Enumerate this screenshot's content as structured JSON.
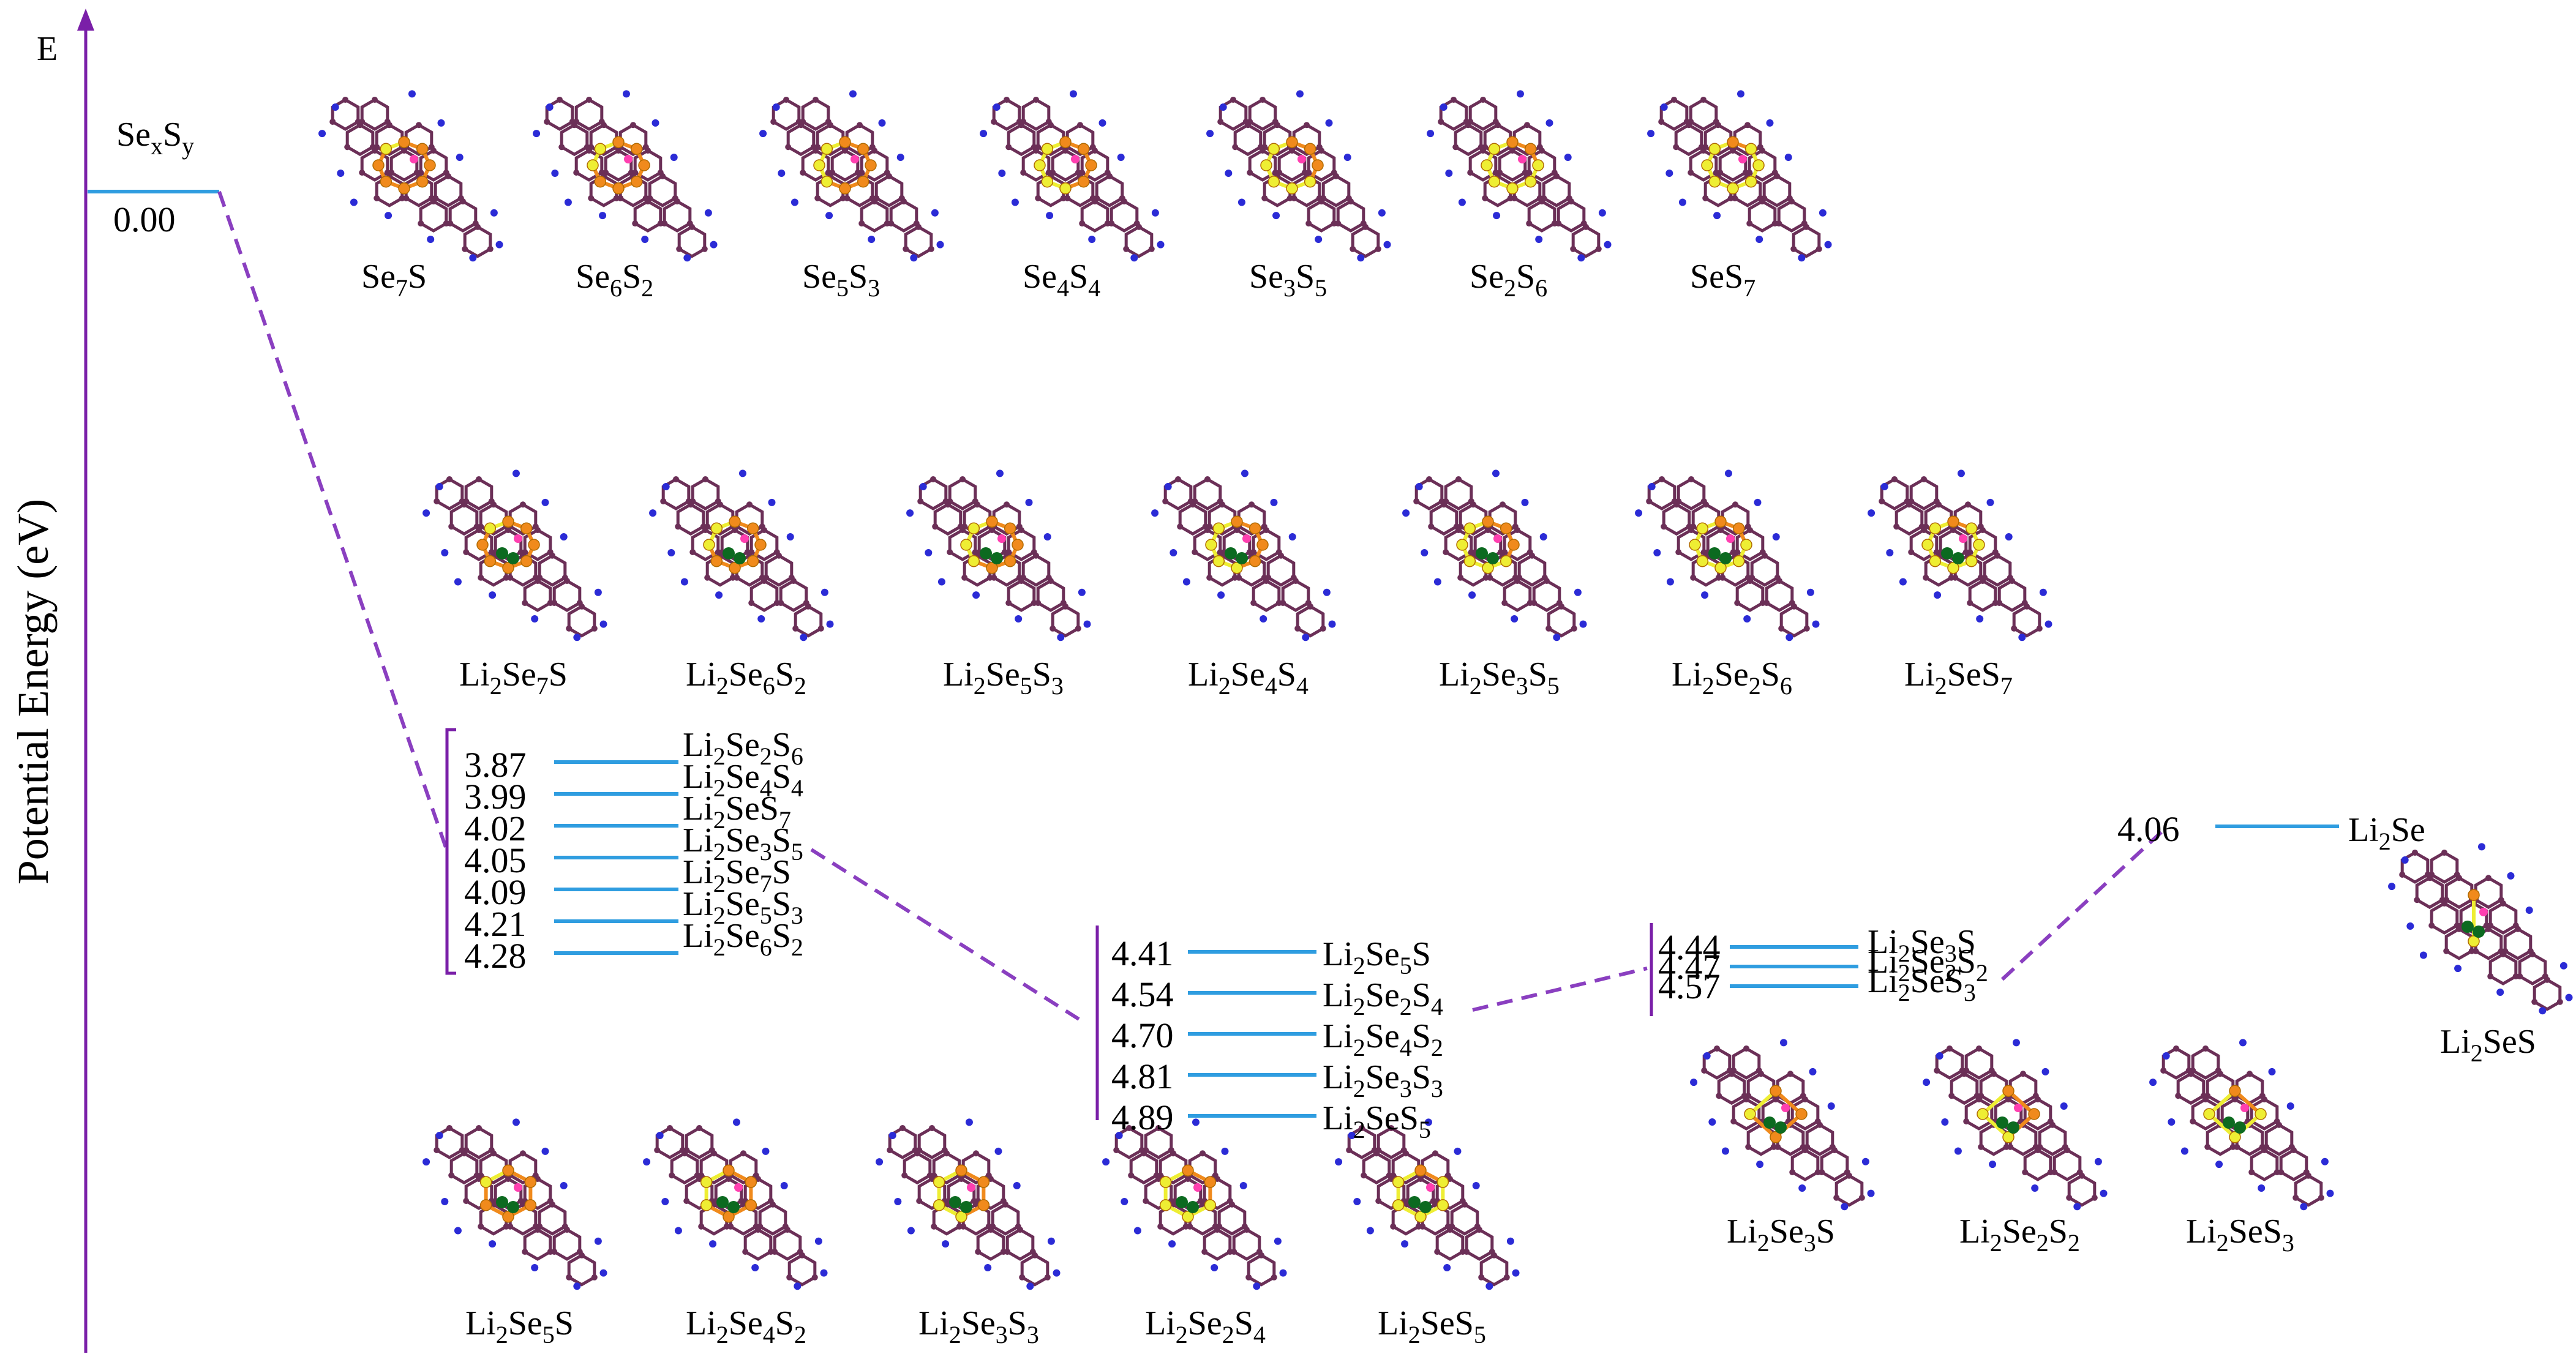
{
  "axis": {
    "y_label": "Potential Energy (eV)",
    "top_label": "E"
  },
  "start": {
    "label": [
      [
        "Se",
        "n"
      ],
      [
        "x",
        "sub"
      ],
      [
        "S",
        "n"
      ],
      [
        "y",
        "sub"
      ]
    ],
    "value": "0.00"
  },
  "group1": {
    "structures": [
      [
        [
          "Se",
          "n"
        ],
        [
          "7",
          "sub"
        ],
        [
          "S",
          "n"
        ]
      ],
      [
        [
          "Se",
          "n"
        ],
        [
          "6",
          "sub"
        ],
        [
          "S",
          "n"
        ],
        [
          "2",
          "sub"
        ]
      ],
      [
        [
          "Se",
          "n"
        ],
        [
          "5",
          "sub"
        ],
        [
          "S",
          "n"
        ],
        [
          "3",
          "sub"
        ]
      ],
      [
        [
          "Se",
          "n"
        ],
        [
          "4",
          "sub"
        ],
        [
          "S",
          "n"
        ],
        [
          "4",
          "sub"
        ]
      ],
      [
        [
          "Se",
          "n"
        ],
        [
          "3",
          "sub"
        ],
        [
          "S",
          "n"
        ],
        [
          "5",
          "sub"
        ]
      ],
      [
        [
          "Se",
          "n"
        ],
        [
          "2",
          "sub"
        ],
        [
          "S",
          "n"
        ],
        [
          "6",
          "sub"
        ]
      ],
      [
        [
          "SeS",
          "n"
        ],
        [
          "7",
          "sub"
        ]
      ]
    ]
  },
  "group2": {
    "structures": [
      [
        [
          "Li",
          "n"
        ],
        [
          "2",
          "sub"
        ],
        [
          "Se",
          "n"
        ],
        [
          "7",
          "sub"
        ],
        [
          "S",
          "n"
        ]
      ],
      [
        [
          "Li",
          "n"
        ],
        [
          "2",
          "sub"
        ],
        [
          "Se",
          "n"
        ],
        [
          "6",
          "sub"
        ],
        [
          "S",
          "n"
        ],
        [
          "2",
          "sub"
        ]
      ],
      [
        [
          "Li",
          "n"
        ],
        [
          "2",
          "sub"
        ],
        [
          "Se",
          "n"
        ],
        [
          "5",
          "sub"
        ],
        [
          "S",
          "n"
        ],
        [
          "3",
          "sub"
        ]
      ],
      [
        [
          "Li",
          "n"
        ],
        [
          "2",
          "sub"
        ],
        [
          "Se",
          "n"
        ],
        [
          "4",
          "sub"
        ],
        [
          "S",
          "n"
        ],
        [
          "4",
          "sub"
        ]
      ],
      [
        [
          "Li",
          "n"
        ],
        [
          "2",
          "sub"
        ],
        [
          "Se",
          "n"
        ],
        [
          "3",
          "sub"
        ],
        [
          "S",
          "n"
        ],
        [
          "5",
          "sub"
        ]
      ],
      [
        [
          "Li",
          "n"
        ],
        [
          "2",
          "sub"
        ],
        [
          "Se",
          "n"
        ],
        [
          "2",
          "sub"
        ],
        [
          "S",
          "n"
        ],
        [
          "6",
          "sub"
        ]
      ],
      [
        [
          "Li",
          "n"
        ],
        [
          "2",
          "sub"
        ],
        [
          "SeS",
          "n"
        ],
        [
          "7",
          "sub"
        ]
      ]
    ],
    "levels": [
      {
        "value": "3.87",
        "label": [
          [
            "Li",
            "n"
          ],
          [
            "2",
            "sub"
          ],
          [
            "Se",
            "n"
          ],
          [
            "2",
            "sub"
          ],
          [
            "S",
            "n"
          ],
          [
            "6",
            "sub"
          ]
        ]
      },
      {
        "value": "3.99",
        "label": [
          [
            "Li",
            "n"
          ],
          [
            "2",
            "sub"
          ],
          [
            "Se",
            "n"
          ],
          [
            "4",
            "sub"
          ],
          [
            "S",
            "n"
          ],
          [
            "4",
            "sub"
          ]
        ]
      },
      {
        "value": "4.02",
        "label": [
          [
            "Li",
            "n"
          ],
          [
            "2",
            "sub"
          ],
          [
            "SeS",
            "n"
          ],
          [
            "7",
            "sub"
          ]
        ]
      },
      {
        "value": "4.05",
        "label": [
          [
            "Li",
            "n"
          ],
          [
            "2",
            "sub"
          ],
          [
            "Se",
            "n"
          ],
          [
            "3",
            "sub"
          ],
          [
            "S",
            "n"
          ],
          [
            "5",
            "sub"
          ]
        ]
      },
      {
        "value": "4.09",
        "label": [
          [
            "Li",
            "n"
          ],
          [
            "2",
            "sub"
          ],
          [
            "Se",
            "n"
          ],
          [
            "7",
            "sub"
          ],
          [
            "S",
            "n"
          ]
        ]
      },
      {
        "value": "4.21",
        "label": [
          [
            "Li",
            "n"
          ],
          [
            "2",
            "sub"
          ],
          [
            "Se",
            "n"
          ],
          [
            "5",
            "sub"
          ],
          [
            "S",
            "n"
          ],
          [
            "3",
            "sub"
          ]
        ]
      },
      {
        "value": "4.28",
        "label": [
          [
            "Li",
            "n"
          ],
          [
            "2",
            "sub"
          ],
          [
            "Se",
            "n"
          ],
          [
            "6",
            "sub"
          ],
          [
            "S",
            "n"
          ],
          [
            "2",
            "sub"
          ]
        ]
      }
    ]
  },
  "group3": {
    "structures": [
      [
        [
          "Li",
          "n"
        ],
        [
          "2",
          "sub"
        ],
        [
          "Se",
          "n"
        ],
        [
          "5",
          "sub"
        ],
        [
          "S",
          "n"
        ]
      ],
      [
        [
          "Li",
          "n"
        ],
        [
          "2",
          "sub"
        ],
        [
          "Se",
          "n"
        ],
        [
          "4",
          "sub"
        ],
        [
          "S",
          "n"
        ],
        [
          "2",
          "sub"
        ]
      ],
      [
        [
          "Li",
          "n"
        ],
        [
          "2",
          "sub"
        ],
        [
          "Se",
          "n"
        ],
        [
          "3",
          "sub"
        ],
        [
          "S",
          "n"
        ],
        [
          "3",
          "sub"
        ]
      ],
      [
        [
          "Li",
          "n"
        ],
        [
          "2",
          "sub"
        ],
        [
          "Se",
          "n"
        ],
        [
          "2",
          "sub"
        ],
        [
          "S",
          "n"
        ],
        [
          "4",
          "sub"
        ]
      ],
      [
        [
          "Li",
          "n"
        ],
        [
          "2",
          "sub"
        ],
        [
          "SeS",
          "n"
        ],
        [
          "5",
          "sub"
        ]
      ]
    ],
    "levels": [
      {
        "value": "4.41",
        "label": [
          [
            "Li",
            "n"
          ],
          [
            "2",
            "sub"
          ],
          [
            "Se",
            "n"
          ],
          [
            "5",
            "sub"
          ],
          [
            "S",
            "n"
          ]
        ]
      },
      {
        "value": "4.54",
        "label": [
          [
            "Li",
            "n"
          ],
          [
            "2",
            "sub"
          ],
          [
            "Se",
            "n"
          ],
          [
            "2",
            "sub"
          ],
          [
            "S",
            "n"
          ],
          [
            "4",
            "sub"
          ]
        ]
      },
      {
        "value": "4.70",
        "label": [
          [
            "Li",
            "n"
          ],
          [
            "2",
            "sub"
          ],
          [
            "Se",
            "n"
          ],
          [
            "4",
            "sub"
          ],
          [
            "S",
            "n"
          ],
          [
            "2",
            "sub"
          ]
        ]
      },
      {
        "value": "4.81",
        "label": [
          [
            "Li",
            "n"
          ],
          [
            "2",
            "sub"
          ],
          [
            "Se",
            "n"
          ],
          [
            "3",
            "sub"
          ],
          [
            "S",
            "n"
          ],
          [
            "3",
            "sub"
          ]
        ]
      },
      {
        "value": "4.89",
        "label": [
          [
            "Li",
            "n"
          ],
          [
            "2",
            "sub"
          ],
          [
            "SeS",
            "n"
          ],
          [
            "5",
            "sub"
          ]
        ]
      }
    ]
  },
  "group4": {
    "structures": [
      [
        [
          "Li",
          "n"
        ],
        [
          "2",
          "sub"
        ],
        [
          "Se",
          "n"
        ],
        [
          "3",
          "sub"
        ],
        [
          "S",
          "n"
        ]
      ],
      [
        [
          "Li",
          "n"
        ],
        [
          "2",
          "sub"
        ],
        [
          "Se",
          "n"
        ],
        [
          "2",
          "sub"
        ],
        [
          "S",
          "n"
        ],
        [
          "2",
          "sub"
        ]
      ],
      [
        [
          "Li",
          "n"
        ],
        [
          "2",
          "sub"
        ],
        [
          "SeS",
          "n"
        ],
        [
          "3",
          "sub"
        ]
      ]
    ],
    "levels": [
      {
        "value": "4.44",
        "label": [
          [
            "Li",
            "n"
          ],
          [
            "2",
            "sub"
          ],
          [
            "Se",
            "n"
          ],
          [
            "3",
            "sub"
          ],
          [
            "S",
            "n"
          ]
        ]
      },
      {
        "value": "4.47",
        "label": [
          [
            "Li",
            "n"
          ],
          [
            "2",
            "sub"
          ],
          [
            "Se",
            "n"
          ],
          [
            "2",
            "sub"
          ],
          [
            "S",
            "n"
          ],
          [
            "2",
            "sub"
          ]
        ]
      },
      {
        "value": "4.57",
        "label": [
          [
            "Li",
            "n"
          ],
          [
            "2",
            "sub"
          ],
          [
            "SeS",
            "n"
          ],
          [
            "3",
            "sub"
          ]
        ]
      }
    ]
  },
  "group5": {
    "structures": [
      [
        [
          "Li",
          "n"
        ],
        [
          "2",
          "sub"
        ],
        [
          "SeS",
          "n"
        ]
      ]
    ],
    "levels": [
      {
        "value": "4.06",
        "label": [
          [
            "Li",
            "n"
          ],
          [
            "2",
            "sub"
          ],
          [
            "Se",
            "n"
          ]
        ]
      }
    ]
  },
  "colors": {
    "axis": "#7a1fa8",
    "level": "#2f9de0",
    "path": "#8a3fc0",
    "bracket": "#7a1fa8",
    "carbon": "#6b2f57",
    "nitrogen": "#2b2bd6",
    "selenium": "#f08a1c",
    "sulfur": "#eeee33",
    "lithium": "#0c6a20",
    "metal_pink": "#ff3fb0"
  }
}
